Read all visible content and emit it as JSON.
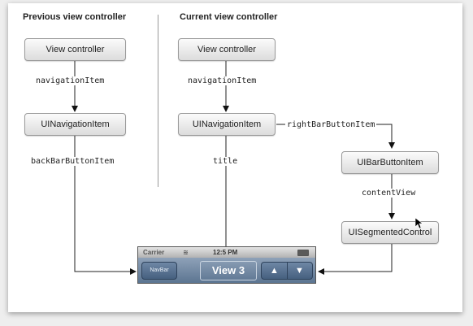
{
  "sections": {
    "previous_title": "Previous view controller",
    "current_title": "Current view controller"
  },
  "boxes": {
    "prev_view_controller": "View controller",
    "prev_navigation_item": "UINavigationItem",
    "cur_view_controller": "View controller",
    "cur_navigation_item": "UINavigationItem",
    "bar_button_item": "UIBarButtonItem",
    "segmented_control": "UISegmentedControl"
  },
  "labels": {
    "prev_navigation_item_prop": "navigationItem",
    "back_bar_button_item": "backBarButtonItem",
    "cur_navigation_item_prop": "navigationItem",
    "title": "title",
    "right_bar_button_item": "rightBarButtonItem",
    "content_view": "contentView"
  },
  "phone": {
    "carrier": "Carrier",
    "wifi_icon": "wifi-icon",
    "time": "12:5 PM",
    "back_button": "NavBar",
    "nav_title": "View 3",
    "segments": [
      "▲",
      "▼"
    ]
  }
}
